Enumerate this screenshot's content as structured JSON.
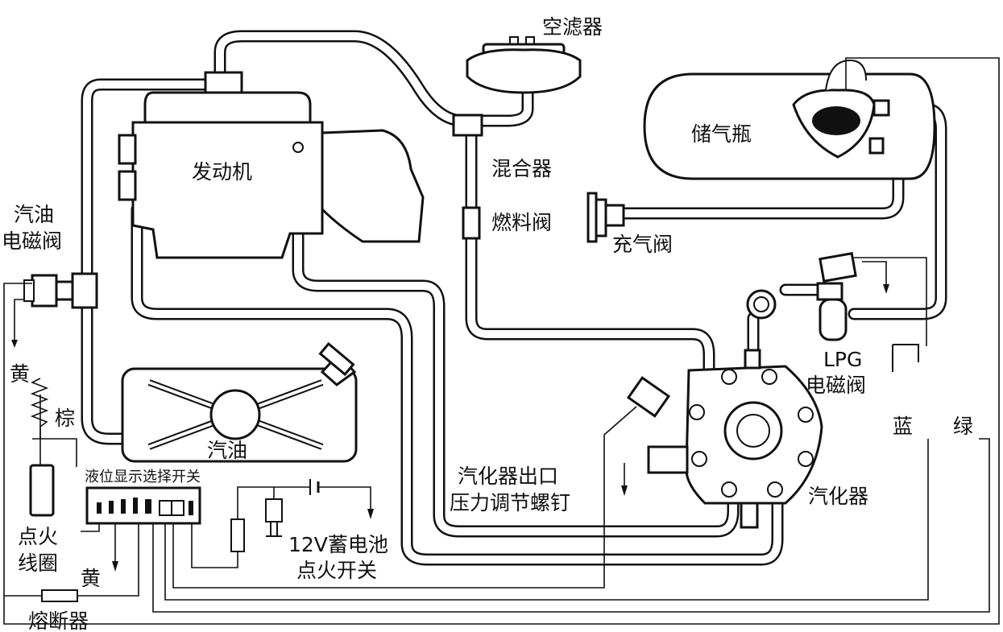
{
  "labels": {
    "air_filter": "空滤器",
    "engine": "发动机",
    "mixer": "混合器",
    "fuel_valve": "燃料阀",
    "gas_tank": "储气瓶",
    "fill_valve": "充气阀",
    "petrol_solenoid_l1": "汽油",
    "petrol_solenoid_l2": "电磁阀",
    "lpg_l1": "LPG",
    "lpg_l2": "电磁阀",
    "yellow_top": "黄",
    "brown": "棕",
    "fuel_tank": "汽油",
    "level_switch": "液位显示选择开关",
    "vaporizer_screw_l1": "汽化器出口",
    "vaporizer_screw_l2": "压力调节螺钉",
    "vaporizer": "汽化器",
    "blue": "蓝",
    "green": "绿",
    "ignition_coil_l1": "点火",
    "ignition_coil_l2": "线圈",
    "yellow_bottom": "黄",
    "battery": "12V蓄电池",
    "ignition_switch": "点火开关",
    "fuse": "熔断器"
  },
  "colors": {
    "line": "#111111",
    "background": "#ffffff"
  }
}
